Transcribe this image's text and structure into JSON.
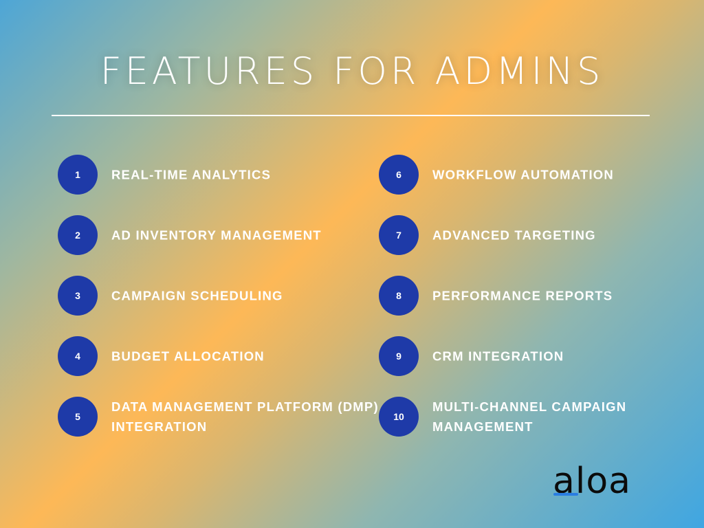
{
  "title": "FEATURES FOR ADMINS",
  "features": [
    {
      "number": "1",
      "label": "REAL-TIME ANALYTICS"
    },
    {
      "number": "2",
      "label": "AD INVENTORY MANAGEMENT"
    },
    {
      "number": "3",
      "label": "CAMPAIGN SCHEDULING"
    },
    {
      "number": "4",
      "label": "BUDGET ALLOCATION"
    },
    {
      "number": "5",
      "label_line1": "DATA MANAGEMENT PLATFORM (DMP)",
      "label_line2": "INTEGRATION"
    },
    {
      "number": "6",
      "label": "WORKFLOW AUTOMATION"
    },
    {
      "number": "7",
      "label": "ADVANCED TARGETING"
    },
    {
      "number": "8",
      "label": "PERFORMANCE REPORTS"
    },
    {
      "number": "9",
      "label": "CRM INTEGRATION"
    },
    {
      "number": "10",
      "label_line1": "MULTI-CHANNEL CAMPAIGN",
      "label_line2": "MANAGEMENT"
    }
  ],
  "logo": "aloa",
  "colors": {
    "circle": "#1e3aa8",
    "logo_accent": "#2a7de1"
  }
}
